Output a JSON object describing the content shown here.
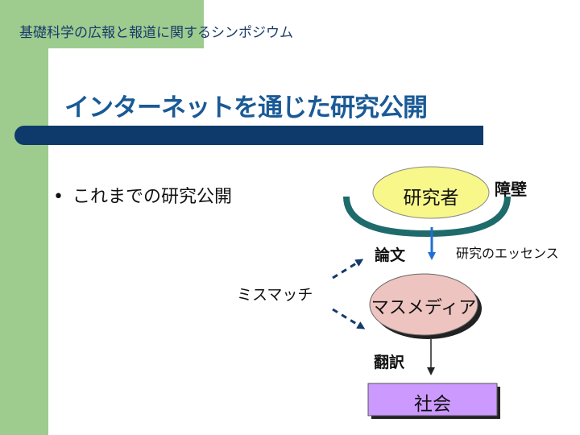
{
  "header": {
    "text": "基礎科学の広報と報道に関するシンポジウム"
  },
  "slide": {
    "title": "インターネットを通じた研究公開",
    "bullet": "これまでの研究公開"
  },
  "diagram": {
    "researcher": "研究者",
    "mass_media": "マスメディア",
    "society": "社会",
    "barrier": "障壁",
    "paper": "論文",
    "essence": "研究のエッセンス",
    "mismatch": "ミスマッチ",
    "translation": "翻訳"
  },
  "colors": {
    "researcher_fill": "#f7f78a",
    "media_fill": "#eec4c0",
    "society_fill": "#cc99ff",
    "arc": "#1f6b6b",
    "arrow_blue": "#1f6fd6",
    "title": "#1a5a96",
    "bar": "#0d3a6a"
  }
}
